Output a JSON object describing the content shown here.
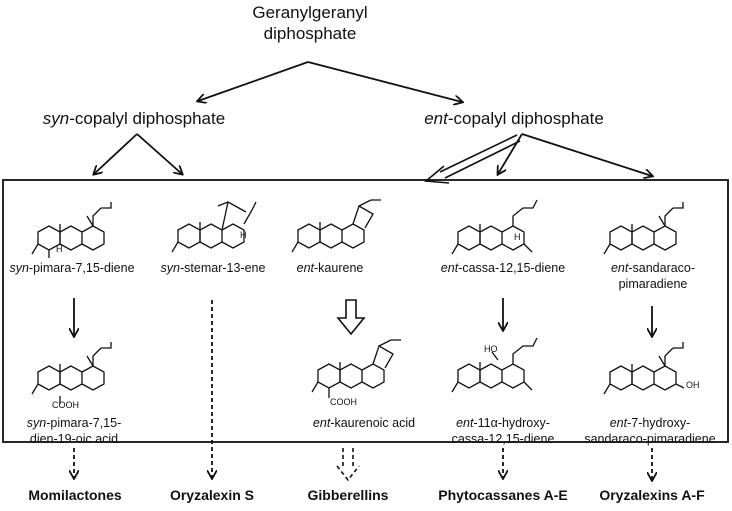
{
  "start": {
    "label": "Geranylgeranyl diphosphate",
    "line1": "Geranylgeranyl",
    "line2": "diphosphate"
  },
  "syn_cpp": {
    "prefix": "syn",
    "rest": "-copalyl diphosphate"
  },
  "ent_cpp": {
    "prefix": "ent",
    "rest": "-copalyl diphosphate"
  },
  "row1": [
    {
      "prefix": "syn",
      "line1": "-pimara-7,15-diene",
      "line2": ""
    },
    {
      "prefix": "syn",
      "line1": "-stemar-13-ene",
      "line2": ""
    },
    {
      "prefix": "ent",
      "line1": "-kaurene",
      "line2": ""
    },
    {
      "prefix": "ent",
      "line1": "-cassa-12,15-diene",
      "line2": ""
    },
    {
      "prefix": "ent",
      "line1": "-sandaraco-",
      "line2": "pimaradiene"
    }
  ],
  "row2": [
    {
      "prefix": "syn",
      "line1": "-pimara-7,15-",
      "line2": "dien-19-oic acid"
    },
    {
      "prefix": "ent",
      "line1": "-kaurenoic acid",
      "line2": ""
    },
    {
      "prefix": "ent",
      "line1": "-11α-hydroxy-",
      "line2": "cassa-12,15-diene"
    },
    {
      "prefix": "ent",
      "line1": "-7-hydroxy-",
      "line2": "sandaraco-pimaradiene"
    }
  ],
  "products": [
    "Momilactones",
    "Oryzalexin S",
    "Gibberellins",
    "Phytocassanes A-E",
    "Oryzalexins A-F"
  ],
  "atoms": {
    "H": "H",
    "COOH": "COOH",
    "HO": "HO",
    "OH": "OH"
  }
}
